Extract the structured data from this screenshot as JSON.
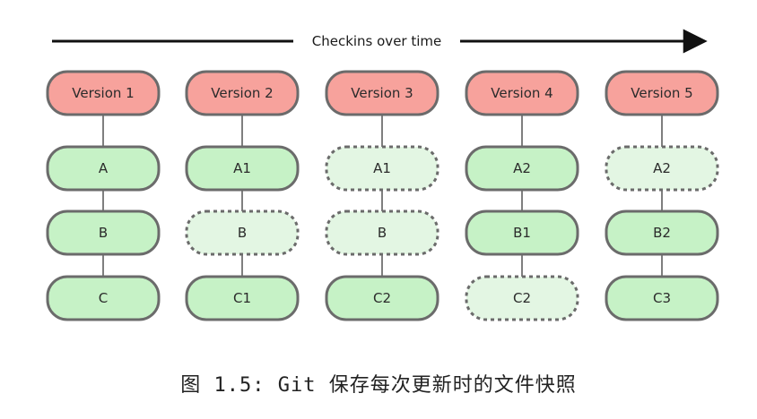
{
  "timeline": {
    "label": "Checkins over time"
  },
  "colors": {
    "version_fill": "#f7a29c",
    "file_fill": "#c6f2c6",
    "unchanged_fill": "#e3f6e3",
    "stroke": "#6b6b6b"
  },
  "columns": [
    {
      "version": "Version 1",
      "files": [
        {
          "label": "A",
          "changed": true
        },
        {
          "label": "B",
          "changed": true
        },
        {
          "label": "C",
          "changed": true
        }
      ]
    },
    {
      "version": "Version 2",
      "files": [
        {
          "label": "A1",
          "changed": true
        },
        {
          "label": "B",
          "changed": false
        },
        {
          "label": "C1",
          "changed": true
        }
      ]
    },
    {
      "version": "Version 3",
      "files": [
        {
          "label": "A1",
          "changed": false
        },
        {
          "label": "B",
          "changed": false
        },
        {
          "label": "C2",
          "changed": true
        }
      ]
    },
    {
      "version": "Version 4",
      "files": [
        {
          "label": "A2",
          "changed": true
        },
        {
          "label": "B1",
          "changed": true
        },
        {
          "label": "C2",
          "changed": false
        }
      ]
    },
    {
      "version": "Version 5",
      "files": [
        {
          "label": "A2",
          "changed": false
        },
        {
          "label": "B2",
          "changed": true
        },
        {
          "label": "C3",
          "changed": true
        }
      ]
    }
  ],
  "caption": "图  1.5: Git 保存每次更新时的文件快照"
}
